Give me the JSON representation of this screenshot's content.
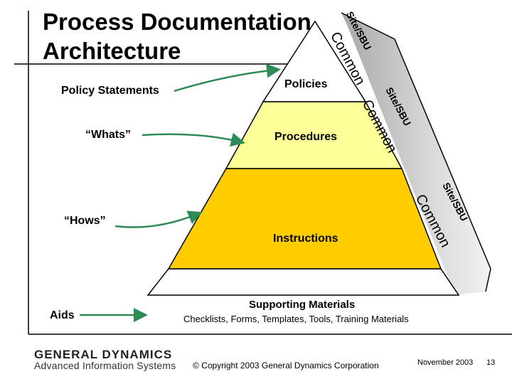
{
  "title": "Process Documentation\nArchitecture",
  "levels": {
    "policies": "Policies",
    "procedures": "Procedures",
    "instructions": "Instructions",
    "supporting_title": "Supporting Materials",
    "supporting_sub": "Checklists, Forms, Templates, Tools, Training Materials"
  },
  "left_labels": {
    "policy_statements": "Policy Statements",
    "whats": "“Whats”",
    "hows": "“Hows”",
    "aids": "Aids"
  },
  "side_labels": {
    "common": "Common",
    "site_sbu": "Site/SBU"
  },
  "footer": {
    "company_line1": "GENERAL DYNAMICS",
    "company_line2": "Advanced Information Systems",
    "copyright": "© Copyright 2003 General Dynamics Corporation",
    "date": "November 2003",
    "page": "13"
  },
  "colors": {
    "policies_fill": "#ffffff",
    "procedures_fill": "#ffff99",
    "instructions_fill": "#ffcc00",
    "supporting_fill": "#ffffff",
    "side_gray": "#d9d9d9",
    "arrow": "#2e8b57"
  }
}
